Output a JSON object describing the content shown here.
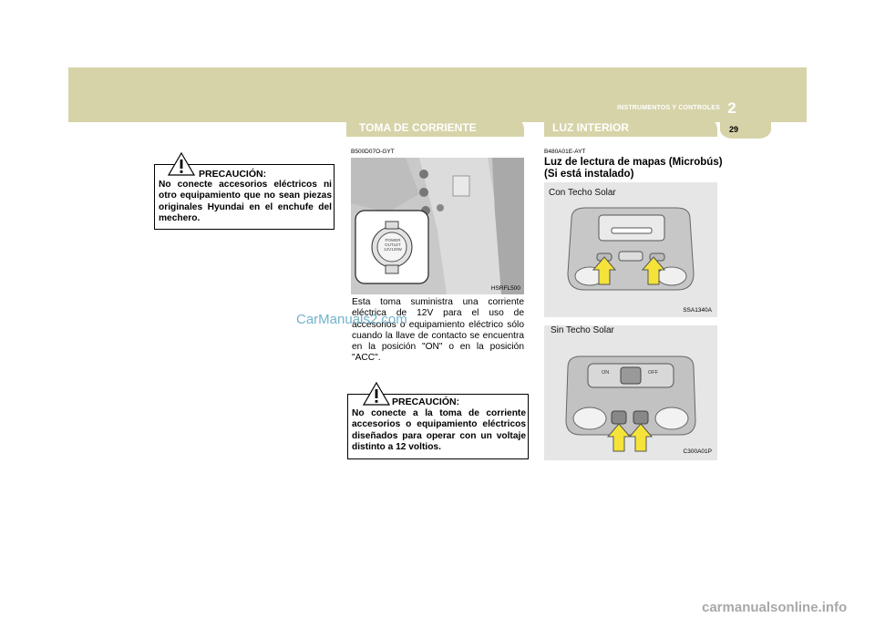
{
  "header": {
    "section_label": "INSTRUMENTOS Y CONTROLES",
    "chapter_number": "2",
    "page_number": "29",
    "band_color": "#d6d3a8"
  },
  "column_left": {
    "caution": {
      "title": "PRECAUCIÓN:",
      "text": "No conecte accesorios eléctricos ni otro equipamiento que no sean piezas originales Hyundai en el enchufe del mechero."
    }
  },
  "column_middle": {
    "tab_title": "TOMA DE CORRIENTE",
    "code": "B500D07O-GYT",
    "figure": {
      "caption": "HSRFL500",
      "inset_lines": [
        "POWER",
        "OUTLET",
        "12V120W"
      ]
    },
    "body": "Esta toma suministra una corriente eléctrica de 12V para el uso de accesorios o equipamiento eléctrico sólo cuando la llave de contacto se encuentra en la posición \"ON\" o en la posición \"ACC\".",
    "caution": {
      "title": "PRECAUCIÓN:",
      "text": "No conecte a la toma de corriente accesorios o equipamiento eléctricos diseñados para operar con un voltaje distinto a 12 voltios."
    }
  },
  "column_right": {
    "tab_title": "LUZ INTERIOR",
    "code": "B480A01E-AYT",
    "subheading": "Luz de lectura de mapas (Microbús) (Si está instalado)",
    "figure_top": {
      "label": "Con Techo Solar",
      "caption": "SSA1340A"
    },
    "figure_bottom": {
      "label": "Sin Techo Solar",
      "caption": "C300A01P",
      "switch_on": "ON",
      "switch_off": "OFF"
    }
  },
  "watermarks": {
    "left": "CarManuals2.com",
    "bottom": "carmanualsonline.info"
  }
}
